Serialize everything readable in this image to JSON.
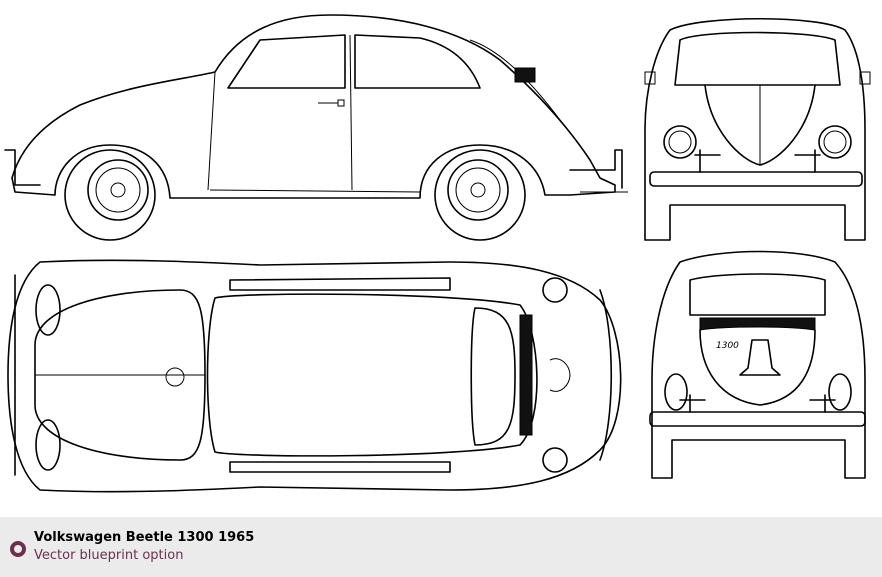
{
  "caption": {
    "title": "Volkswagen Beetle 1300 1965",
    "subtitle": "Vector blueprint option",
    "accent_color": "#6e2f4e"
  },
  "drawing": {
    "rear_badge": "1300",
    "views": [
      "side",
      "front",
      "top",
      "rear"
    ]
  }
}
